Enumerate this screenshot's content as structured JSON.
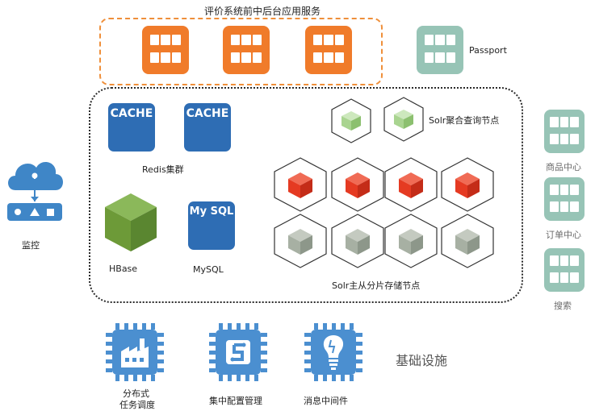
{
  "frontend": {
    "title": "评价系统前中后台应用服务"
  },
  "passport": {
    "label": "Passport"
  },
  "monitor": {
    "label": "监控"
  },
  "cache": {
    "tile1": "CACHE",
    "tile2": "CACHE",
    "group_label": "Redis集群"
  },
  "hbase": {
    "label": "HBase"
  },
  "mysql": {
    "tile": "My SQL",
    "label": "MySQL"
  },
  "solr": {
    "aggregate_label": "Solr聚合查询节点",
    "storage_label": "Solr主从分片存储节点"
  },
  "right_services": [
    {
      "label": "商品中心"
    },
    {
      "label": "订单中心"
    },
    {
      "label": "搜索"
    }
  ],
  "infra": {
    "title": "基础设施",
    "items": [
      {
        "label_line1": "分布式",
        "label_line2": "任务调度"
      },
      {
        "label_line1": "集中配置管理",
        "label_line2": ""
      },
      {
        "label_line1": "消息中间件",
        "label_line2": ""
      }
    ]
  },
  "colors": {
    "orange": "#f07b2a",
    "teal": "#97c4b6",
    "blue": "#2e6db4",
    "chip_blue": "#4b8fd0",
    "green_cube": "#76a23e",
    "red_cube": "#e53a22",
    "gray_cube": "#a7b0a3",
    "light_green_cube": "#a9d490"
  }
}
